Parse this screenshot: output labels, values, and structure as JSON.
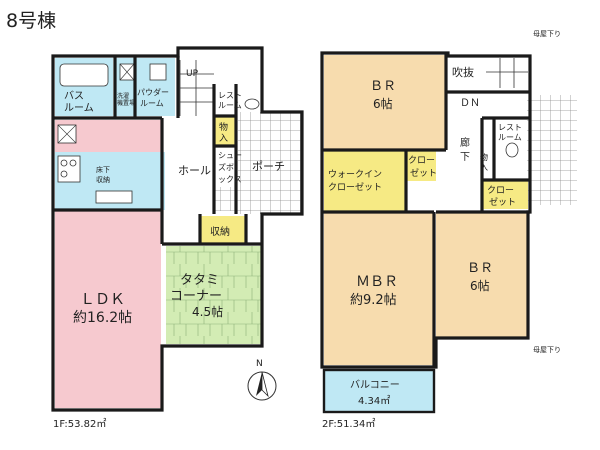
{
  "title": "8号棟",
  "colors": {
    "wall": "#1a1a1a",
    "bath": "#bfe8f4",
    "ldk": "#f6c9cf",
    "tatami": "#d3ecb4",
    "bedroom": "#f7dcae",
    "storage": "#f6ea84",
    "balcony": "#bfe8f4",
    "tile": "#9a9a9a",
    "floor": "#ffffff"
  },
  "floor1": {
    "area": "1F:53.82㎡",
    "rooms": {
      "bath": "バス\nルーム",
      "washer": "洗濯\n機置場",
      "powder": "パウダー\nルーム",
      "up": "UP",
      "restroom": "レスト\nルーム",
      "storage_small": "物\n入",
      "underfloor": "床下\n収納",
      "ldk_name": "ＬＤＫ",
      "ldk_size": "約16.2帖",
      "tatami_name": "タタミ\nコーナー",
      "tatami_size": "4.5帖",
      "storage": "収納",
      "hall": "ホール",
      "storage_entry": "物\n入",
      "shoes": "シュー\nズボ\nックス",
      "porch": "ポーチ"
    }
  },
  "floor2": {
    "area": "2F:51.34㎡",
    "rooms": {
      "br1_name": "ＢＲ",
      "br1_size": "6帖",
      "atrium": "吹抜",
      "dn": "ＤＮ",
      "walkin": "ウォークイン\nクローゼット",
      "closet1": "クロー\nゼット",
      "hall": "廊\n下",
      "storage": "物\n入",
      "restroom": "レスト\nルーム",
      "closet2": "クロー\nゼット",
      "mbr_name": "ＭＢＲ",
      "mbr_size": "約9.2帖",
      "br2_name": "ＢＲ",
      "br2_size": "6帖",
      "balcony_name": "バルコニー",
      "balcony_size": "4.34㎡",
      "roof_top": "母屋下り",
      "roof_bottom": "母屋下り"
    }
  },
  "compass": "N"
}
